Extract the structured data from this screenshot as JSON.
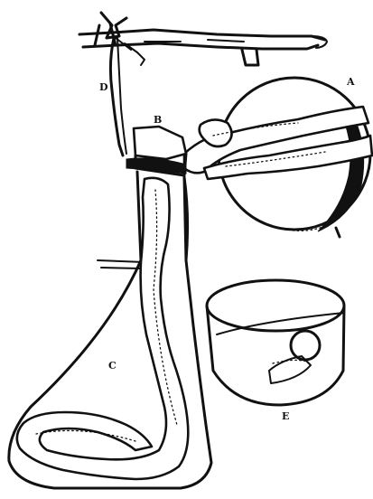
{
  "labels": {
    "a": "A",
    "b": "B",
    "c": "C",
    "d": "D",
    "e": "E"
  },
  "colors": {
    "ink": "#111111",
    "paper": "#ffffff"
  }
}
